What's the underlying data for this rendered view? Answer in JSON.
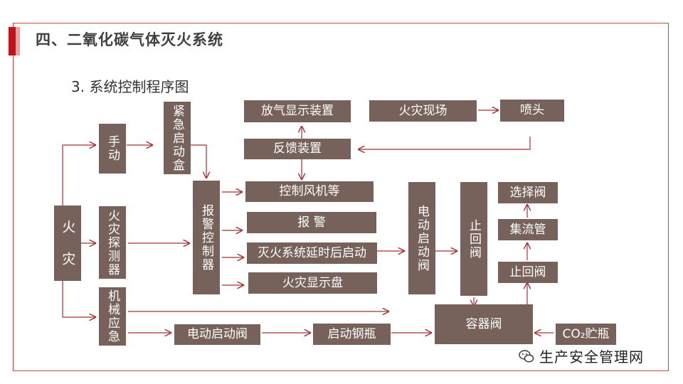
{
  "header": {
    "title": "四、二氧化碳气体灭火系统"
  },
  "section": {
    "subtitle": "3. 系统控制程序图"
  },
  "nodes": {
    "fire": "火 灾",
    "manual": "手动",
    "detector": "火灾探测器",
    "mechanical": "机械应急",
    "emergency_box": "紧急启动盒",
    "alarm_controller": "报警控制器",
    "discharge_display": "放气显示装置",
    "feedback": "反馈装置",
    "fan_control": "控制风机等",
    "alarm": "报 警",
    "delayed_start": "灭火系统延时后启动",
    "fire_display_panel": "火灾显示盘",
    "electric_start_valve_v": "电动启动阀",
    "check_valve_v": "止回阀",
    "fire_scene": "火灾现场",
    "nozzle": "喷头",
    "selector_valve": "选择阀",
    "manifold": "集流管",
    "check_valve": "止回阀",
    "container_valve": "容器阀",
    "co2_cylinder": "CO₂贮瓶",
    "electric_start_valve": "电动启动阀",
    "start_cylinder": "启动钢瓶"
  },
  "watermark": {
    "text": "生产安全管理网",
    "icon": "wechat-icon"
  },
  "colors": {
    "box": "#76625a",
    "arrow": "#a83232",
    "accent": "#c0121d"
  }
}
